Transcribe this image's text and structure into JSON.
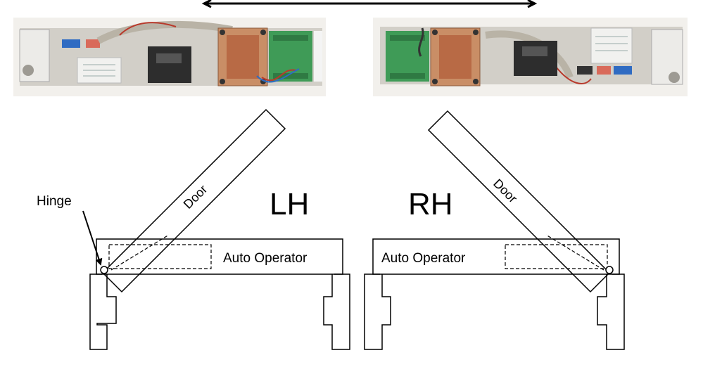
{
  "labels": {
    "hinge": "Hinge",
    "door": "Door",
    "lh": "LH",
    "rh": "RH",
    "auto_operator": "Auto Operator"
  },
  "colors": {
    "line": "#000000",
    "pcb_green": "#3f9b57",
    "transformer": "#b86a45",
    "metal": "#c9c6bf",
    "label_white": "#f1f1ef",
    "ribbon_cable": "#b9b3a6",
    "wire_red": "#b83a2c",
    "terminal_blue": "#2f6bc2"
  }
}
